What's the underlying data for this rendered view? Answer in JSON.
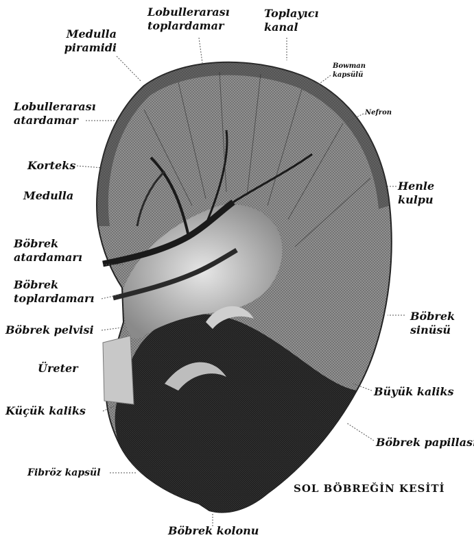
{
  "diagram": {
    "caption": "SOL BÖBREĞİN KESİTİ",
    "labels": {
      "interlobular_vein": [
        "Lobullerarası",
        "toplardamar"
      ],
      "collecting_duct": [
        "Toplayıcı",
        "kanal"
      ],
      "medulla_pyramid": [
        "Medulla",
        "piramidi"
      ],
      "bowman_capsule": [
        "Bowman",
        "kapsülü"
      ],
      "interlobular_artery": [
        "Lobullerarası",
        "atardamar"
      ],
      "nephron": "Nefron",
      "cortex": "Korteks",
      "medulla": "Medulla",
      "loop_of_henle": [
        "Henle",
        "kulpu"
      ],
      "renal_artery": [
        "Böbrek",
        "atardamarı"
      ],
      "renal_vein": [
        "Böbrek",
        "toplardamarı"
      ],
      "renal_pelvis": "Böbrek pelvisi",
      "renal_sinus": [
        "Böbrek",
        "sinüsü"
      ],
      "ureter": "Üreter",
      "major_calyx": "Büyük kaliks",
      "minor_calyx": "Küçük kaliks",
      "renal_papilla": "Böbrek papillası",
      "fibrous_capsule": "Fibröz kapsül",
      "renal_column": "Böbrek kolonu"
    }
  }
}
